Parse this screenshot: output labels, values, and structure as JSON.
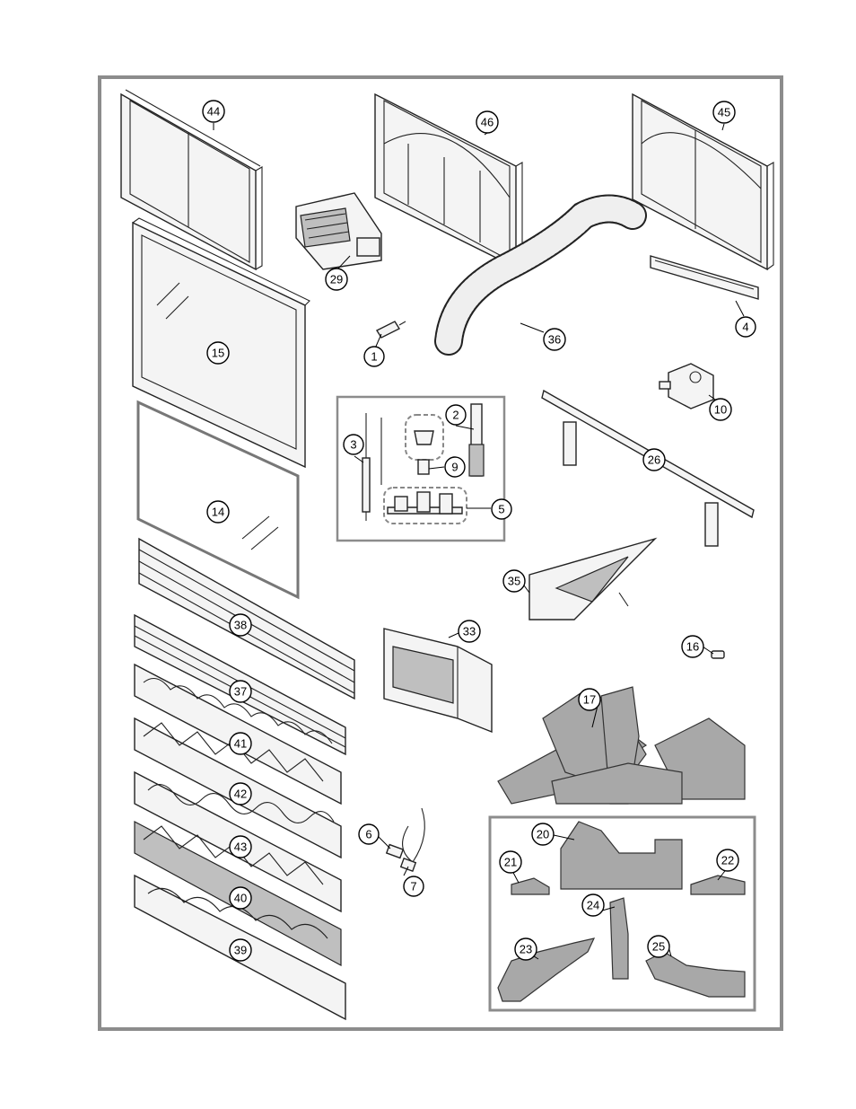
{
  "diagram": {
    "type": "exploded-parts-diagram",
    "colors": {
      "border": "#8c8c8c",
      "line": "#222222",
      "inset_border": "#8c8c8c"
    },
    "callouts": {
      "c44": "44",
      "c46": "46",
      "c45": "45",
      "c29": "29",
      "c15": "15",
      "c1": "1",
      "c36": "36",
      "c4": "4",
      "c10": "10",
      "c2": "2",
      "c3": "3",
      "c9": "9",
      "c5": "5",
      "c26": "26",
      "c14": "14",
      "c35": "35",
      "c38": "38",
      "c33": "33",
      "c16": "16",
      "c37": "37",
      "c17": "17",
      "c41": "41",
      "c42": "42",
      "c20": "20",
      "c6": "6",
      "c21": "21",
      "c22": "22",
      "c43": "43",
      "c7": "7",
      "c40": "40",
      "c24": "24",
      "c23": "23",
      "c25": "25",
      "c39": "39"
    }
  }
}
